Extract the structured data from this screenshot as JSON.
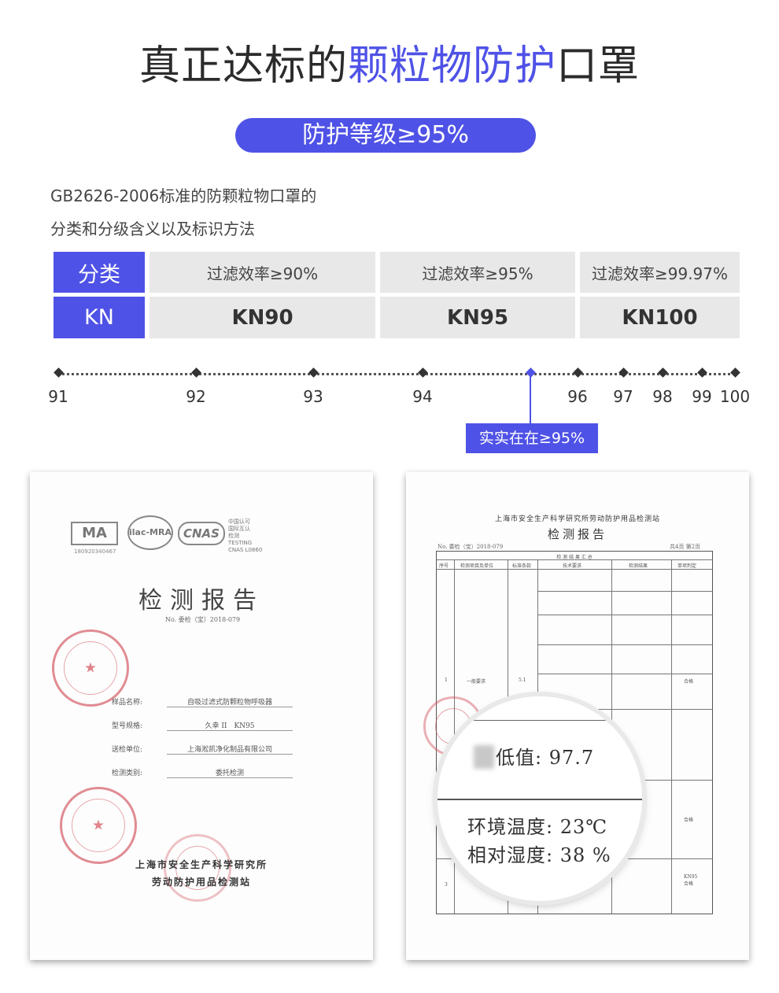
{
  "header": {
    "title_part1": "真正达标的",
    "title_highlight": "颗粒物防护",
    "title_part2": "口罩",
    "pill": "防护等级≥95%"
  },
  "intro": {
    "line1": "GB2626-2006标准的防颗粒物口罩的",
    "line2": "分类和分级含义以及标识方法"
  },
  "grade_table": {
    "row1_head": "分类",
    "row2_head": "KN",
    "efficiencies": [
      "过滤效率≥90%",
      "过滤效率≥95%",
      "过滤效率≥99.97%"
    ],
    "grades": [
      "KN90",
      "KN95",
      "KN100"
    ]
  },
  "timeline": {
    "ticks": [
      {
        "label": "91",
        "value": 91
      },
      {
        "label": "92",
        "value": 92
      },
      {
        "label": "93",
        "value": 93
      },
      {
        "label": "94",
        "value": 94
      },
      {
        "label": "",
        "value": 95
      },
      {
        "label": "96",
        "value": 96
      },
      {
        "label": "97",
        "value": 97
      },
      {
        "label": "98",
        "value": 98
      },
      {
        "label": "99",
        "value": 99
      },
      {
        "label": "100",
        "value": 100
      }
    ],
    "badge": "实实在在≥95%",
    "accent": "#4f52e6"
  },
  "left_doc": {
    "logo_ma": "MA",
    "logo_ilac": "ilac-MRA",
    "logo_cnas": "CNAS",
    "cert_number": "180920340467",
    "cnas_text": [
      "中国认可",
      "国际互认",
      "检测",
      "TESTING",
      "CNAS L0860"
    ],
    "title": "检测报告",
    "report_no": "No. 委检（宝）2018-079",
    "fields": [
      {
        "label": "样品名称:",
        "value": "自吸过滤式防颗粒物呼吸器"
      },
      {
        "label": "型号规格:",
        "value": "久幸 II　KN95"
      },
      {
        "label": "送检单位:",
        "value": "上海淞凯净化制品有限公司"
      },
      {
        "label": "检测类别:",
        "value": "委托检测"
      }
    ],
    "org_line1": "上海市安全生产科学研究所",
    "org_line2": "劳动防护用品检测站"
  },
  "right_doc": {
    "org": "上海市安全生产科学研究所劳动防护用品检测站",
    "title": "检测报告",
    "report_no": "No. 委检（宝）2018-079",
    "page": "共4页 第2页",
    "summary": "检 测 结 果 汇 总",
    "headers": [
      "序号",
      "检测项目及单位",
      "标准条款",
      "技术要求",
      "检测结果",
      "单项判定"
    ],
    "row_no": "1",
    "row_item": "一般要求",
    "row_clause": "5.1",
    "row_verdict": "合格",
    "row3_no": "3",
    "row3_verdict": "KN95\n合格",
    "magnified": {
      "line1": "低值: 97.7",
      "line2": "环境温度: 23℃",
      "line3": "相对湿度: 38 %"
    }
  }
}
